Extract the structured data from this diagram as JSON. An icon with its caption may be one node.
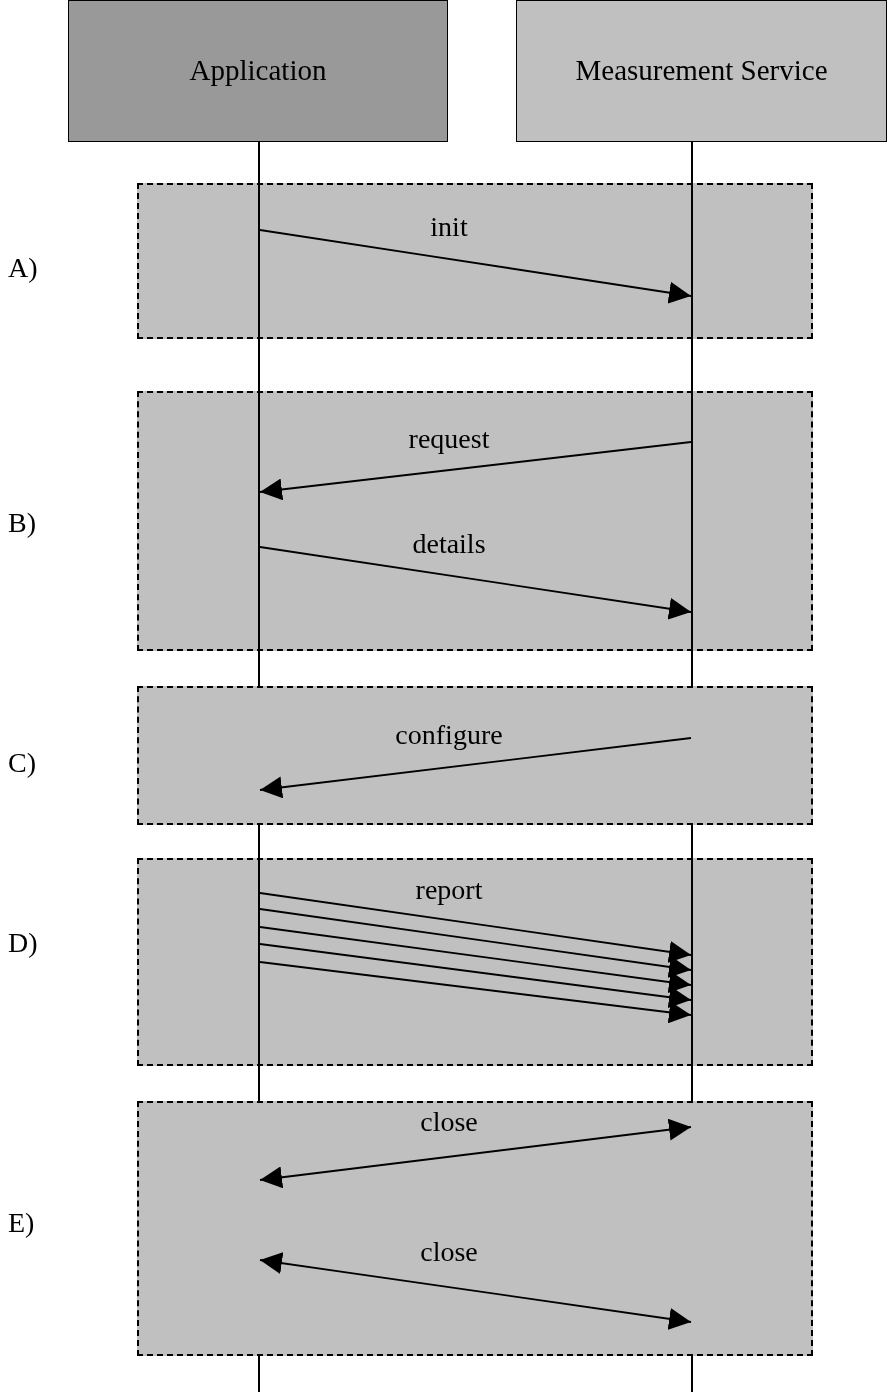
{
  "diagram": {
    "nodes": [
      {
        "text": [
          "Application"
        ]
      },
      {
        "text": [
          "Measurement Service"
        ]
      },
      {
        "text": [],
        "shape": "bar"
      },
      {
        "text": [],
        "shape": "bar"
      }
    ],
    "edges": [
      {
        "from": 2,
        "to": 3,
        "arrow": "to",
        "label": "init"
      },
      {
        "from": 3,
        "to": 2,
        "arrow": "to",
        "label": "request"
      },
      {
        "from": 2,
        "to": 3,
        "arrow": "to",
        "label": "details"
      },
      {
        "from": 3,
        "to": 2,
        "arrow": "to",
        "label": "configure"
      },
      {
        "from": 2,
        "to": 3,
        "arrow": "to",
        "label": "report"
      },
      {
        "from": 2,
        "to": 3,
        "arrow": "to"
      },
      {
        "from": 2,
        "to": 3,
        "arrow": "to"
      },
      {
        "from": 2,
        "to": 3,
        "arrow": "to"
      },
      {
        "from": 2,
        "to": 3,
        "arrow": "to"
      },
      {
        "from": 2,
        "to": 3,
        "arrow": "both",
        "label": "close"
      },
      {
        "from": 2,
        "to": 3,
        "arrow": "both",
        "label": "close"
      }
    ],
    "labels": [
      "A)",
      "B)",
      "C)",
      "D)",
      "E)"
    ]
  }
}
